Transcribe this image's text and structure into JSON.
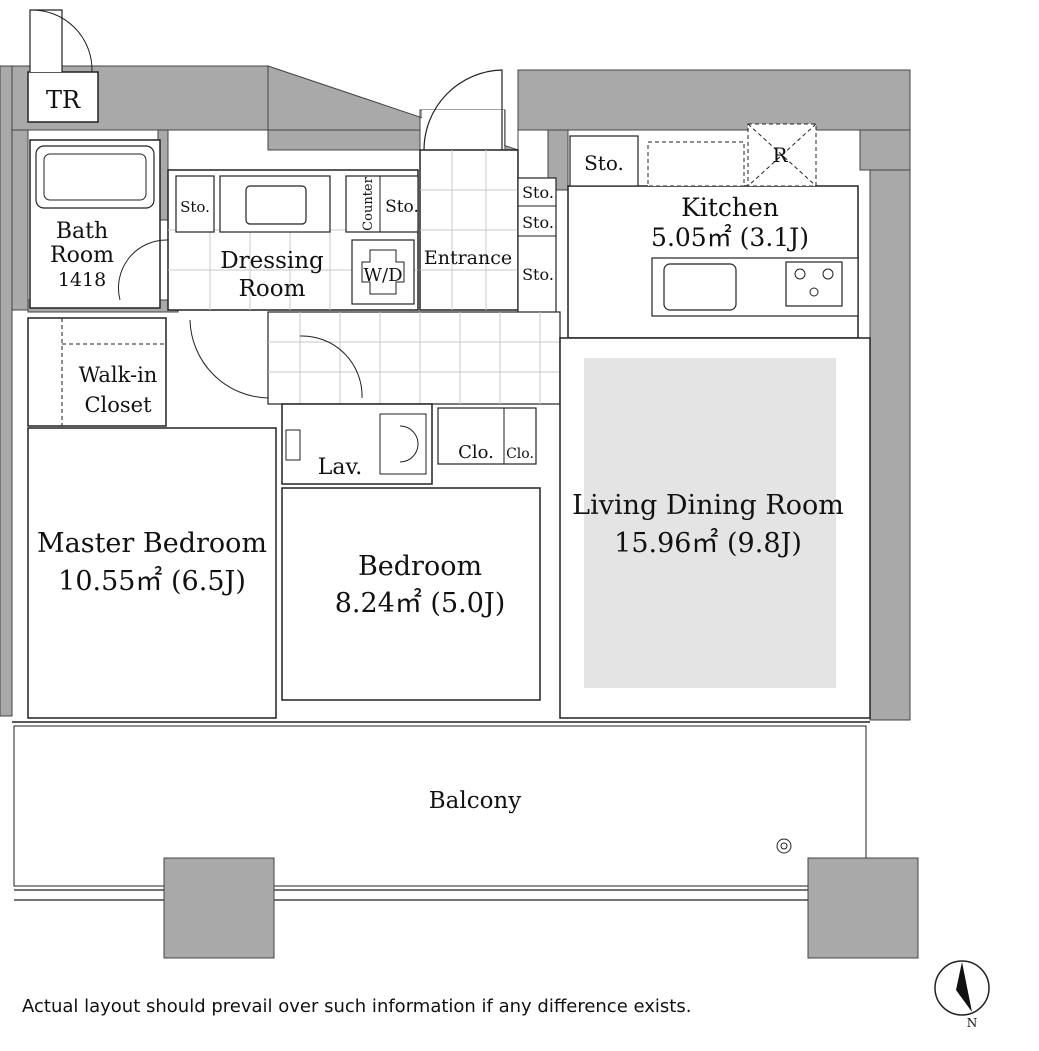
{
  "rooms": {
    "tr": "TR",
    "bath_room": "Bath",
    "bath_room_2": "Room",
    "bath_size": "1418",
    "dressing": "Dressing",
    "dressing_2": "Room",
    "wd": "W/D",
    "counter": "Counter",
    "sto": "Sto.",
    "entrance": "Entrance",
    "kitchen": "Kitchen",
    "kitchen_area": "5.05㎡  (3.1J)",
    "refrigerator": "R",
    "walkin": "Walk-in",
    "walkin_2": "Closet",
    "lav": "Lav.",
    "clo": "Clo.",
    "master": "Master Bedroom",
    "master_area": "10.55㎡  (6.5J)",
    "bedroom": "Bedroom",
    "bedroom_area": "8.24㎡  (5.0J)",
    "ldr": "Living Dining Room",
    "ldr_area": "15.96㎡   (9.8J)",
    "balcony": "Balcony"
  },
  "compass": "N",
  "disclaimer": "Actual layout should prevail over such information if any difference exists.",
  "colors": {
    "wall": "#a9a9a9",
    "ldr_fill": "#e4e4e4",
    "line": "#222222",
    "grid": "#c8c8c8"
  }
}
